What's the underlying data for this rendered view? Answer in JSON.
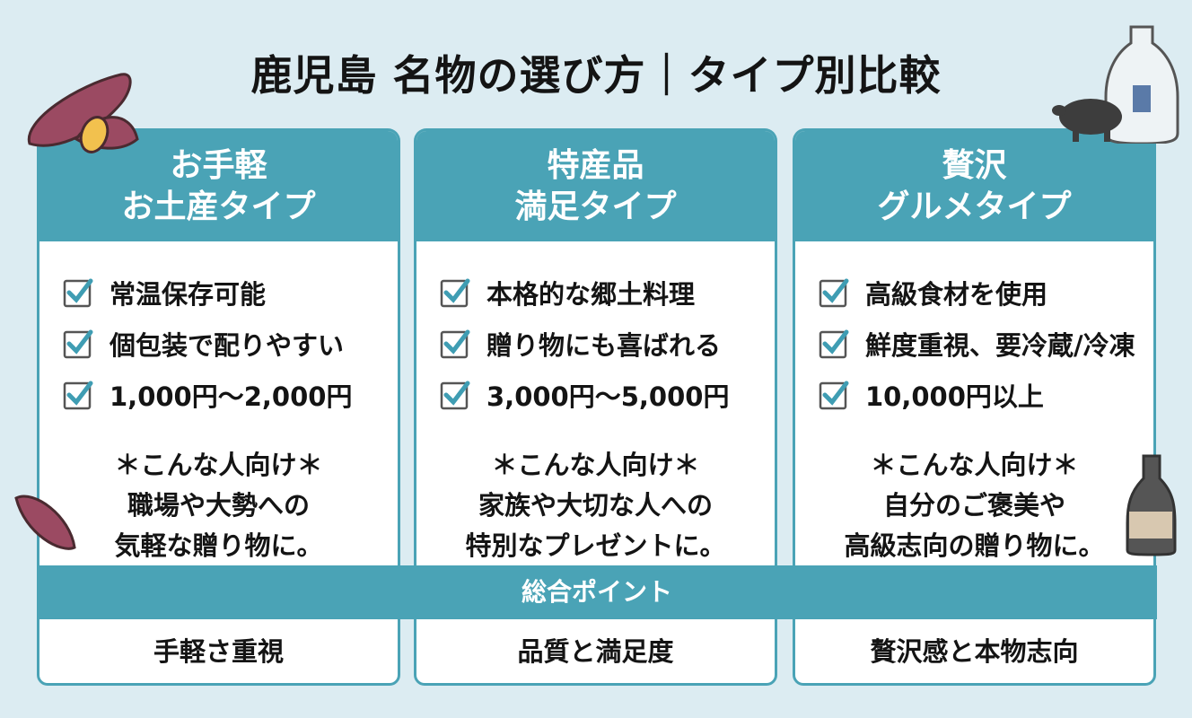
{
  "title": "鹿児島 名物の選び方｜タイプ別比較",
  "columns": [
    {
      "title1": "お手軽",
      "title2": "お土産タイプ",
      "items": [
        "常温保存可能",
        "個包装で配りやすい",
        "1,000円〜2,000円"
      ],
      "for_header": "＊こんな人向け＊",
      "for1": "職場や大勢への",
      "for2": "気軽な贈り物に。",
      "point": "手軽さ重視"
    },
    {
      "title1": "特産品",
      "title2": "満足タイプ",
      "items": [
        "本格的な郷土料理",
        "贈り物にも喜ばれる",
        "3,000円〜5,000円"
      ],
      "for_header": "＊こんな人向け＊",
      "for1": "家族や大切な人への",
      "for2": "特別なプレゼントに。",
      "point": "品質と満足度"
    },
    {
      "title1": "贅沢",
      "title2": "グルメタイプ",
      "items": [
        "高級食材を使用",
        "鮮度重視、要冷蔵/冷凍",
        "10,000円以上"
      ],
      "for_header": "＊こんな人向け＊",
      "for1": "自分のご褒美や",
      "for2": "高級志向の贈り物に。",
      "point": "贅沢感と本物志向"
    }
  ],
  "band": "総合ポイント",
  "colors": {
    "accent": "#4aa3b6",
    "background": "#dcecf2"
  }
}
